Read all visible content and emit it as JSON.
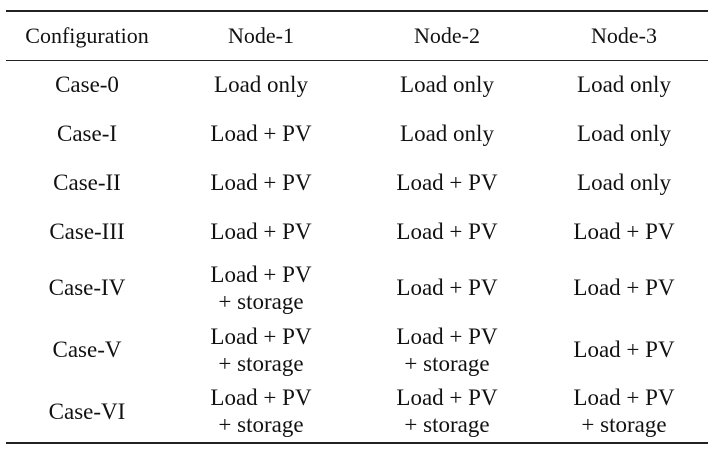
{
  "table": {
    "headers": [
      "Configuration",
      "Node-1",
      "Node-2",
      "Node-3"
    ],
    "rows": [
      {
        "config": "Case-0",
        "node1": [
          "Load only"
        ],
        "node2": [
          "Load only"
        ],
        "node3": [
          "Load only"
        ]
      },
      {
        "config": "Case-I",
        "node1": [
          "Load + PV"
        ],
        "node2": [
          "Load only"
        ],
        "node3": [
          "Load only"
        ]
      },
      {
        "config": "Case-II",
        "node1": [
          "Load + PV"
        ],
        "node2": [
          "Load + PV"
        ],
        "node3": [
          "Load only"
        ]
      },
      {
        "config": "Case-III",
        "node1": [
          "Load + PV"
        ],
        "node2": [
          "Load + PV"
        ],
        "node3": [
          "Load + PV"
        ]
      },
      {
        "config": "Case-IV",
        "node1": [
          "Load + PV",
          "+ storage"
        ],
        "node2": [
          "Load + PV"
        ],
        "node3": [
          "Load + PV"
        ]
      },
      {
        "config": "Case-V",
        "node1": [
          "Load + PV",
          "+ storage"
        ],
        "node2": [
          "Load + PV",
          "+ storage"
        ],
        "node3": [
          "Load + PV"
        ]
      },
      {
        "config": "Case-VI",
        "node1": [
          "Load + PV",
          "+ storage"
        ],
        "node2": [
          "Load + PV",
          "+ storage"
        ],
        "node3": [
          "Load + PV",
          "+ storage"
        ]
      }
    ]
  }
}
